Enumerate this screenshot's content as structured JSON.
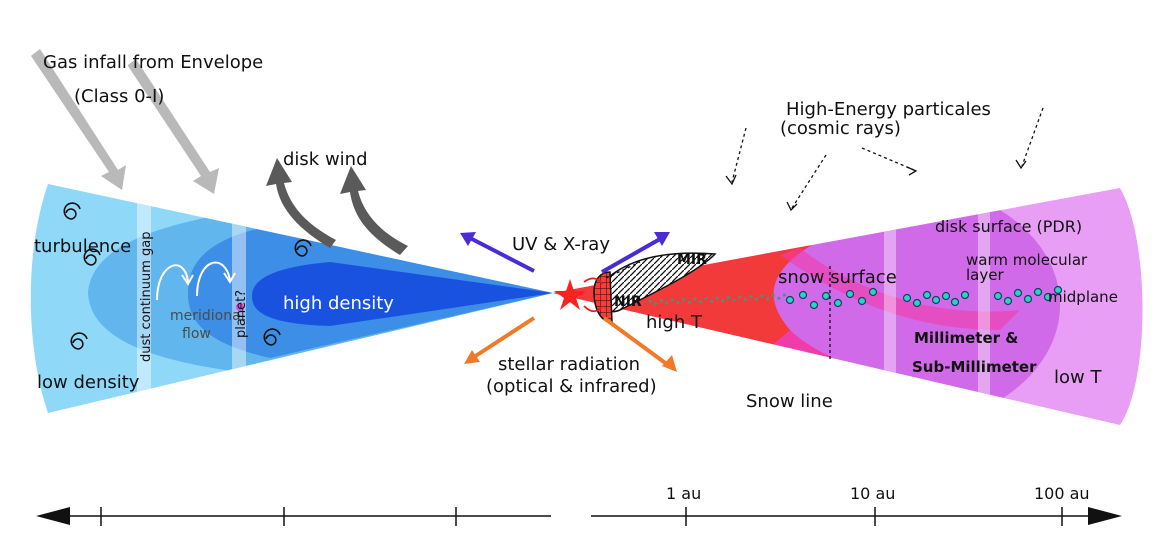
{
  "labels": {
    "gas_infall_line1": "Gas infall from Envelope",
    "gas_infall_line2": "(Class 0-I)",
    "disk_wind": "disk wind",
    "turbulence": "turbulence",
    "low_density": "low density",
    "high_density": "high density",
    "meridional_line1": "meridional",
    "meridional_line2": "flow",
    "dust_gap": "dust continuum gap",
    "planet": "planet?",
    "uv_xray": "UV & X-ray",
    "stellar_line1": "stellar radiation",
    "stellar_line2": "(optical & infrared)",
    "mir": "MIR",
    "nir": "NIR",
    "high_t": "high T",
    "high_energy_line1": "High-Energy particales",
    "high_energy_line2": "(cosmic rays)",
    "disk_surface": "disk surface (PDR)",
    "warm_line1": "warm molecular",
    "warm_line2": "layer",
    "snow_surface": "snow surface",
    "midplane": "midplane",
    "mm_line1": "Millimeter &",
    "mm_line2": "Sub-Millimeter",
    "low_t": "low T",
    "snow_line": "Snow line"
  },
  "axis": {
    "ticks": [
      "1 au",
      "10 au",
      "100 au"
    ]
  },
  "colors": {
    "left_disk_light": "#8fd8f7",
    "left_disk_mid": "#62b6ee",
    "left_disk_inner": "#3c8ee6",
    "left_disk_core": "#1a52e0",
    "right_disk_hot": "#f23a3a",
    "right_disk_pink": "#f03ca8",
    "right_disk_violet": "#d16ae8",
    "right_disk_outer": "#e79ef4",
    "star": "#ff2020",
    "uv_arrow": "#4a2bd6",
    "stellar_arrow": "#f07a2a",
    "infall_arrow": "#b9b9b9",
    "wind_arrow": "#5a5a5a"
  }
}
